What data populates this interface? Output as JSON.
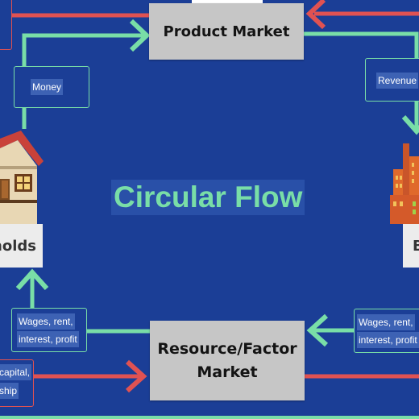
{
  "diagram": {
    "title": "Circular Flow",
    "product_market": "Product Market",
    "resource_market": "Resource/Factor\nMarket",
    "households": "holds",
    "business": "B",
    "labels": {
      "money": "Money",
      "revenue": "Revenue",
      "wages_left_1": "Wages, rent,",
      "wages_left_2": "interest, profit",
      "wages_right_1": "Wages, rent,",
      "wages_right_2": "interest, profit",
      "capital_1": "capital,",
      "capital_2": "ship"
    }
  },
  "colors": {
    "background": "#1b3e96",
    "money_flow": "#79dea7",
    "goods_flow": "#e05252",
    "market_box": "#c6c6c6"
  },
  "icons": {
    "house": "house-icon",
    "factory": "factory-icon"
  }
}
